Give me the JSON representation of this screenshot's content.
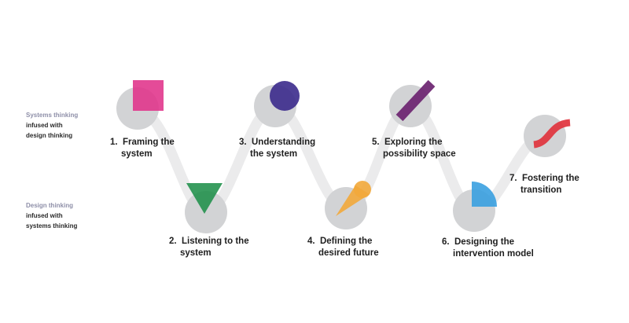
{
  "sides": {
    "top": {
      "line1": "Systems thinking",
      "line2": "infused with",
      "line3": "design thinking"
    },
    "bottom": {
      "line1": "Design thinking",
      "line2": "infused with",
      "line3": "systems thinking"
    }
  },
  "steps": [
    {
      "num": "1.",
      "line1": "Framing the",
      "line2": "system",
      "shape": "square-icon",
      "color": "#e0328a"
    },
    {
      "num": "2.",
      "line1": "Listening to the",
      "line2": "system",
      "shape": "triangle-icon",
      "color": "#1f8f4a"
    },
    {
      "num": "3.",
      "line1": "Understanding",
      "line2": "the system",
      "shape": "circle-icon",
      "color": "#3b2a8c"
    },
    {
      "num": "4.",
      "line1": "Defining the",
      "line2": "desired future",
      "shape": "cone-icon",
      "color": "#f2a93b"
    },
    {
      "num": "5.",
      "line1": "Exploring the",
      "line2": "possibility space",
      "shape": "bar-icon",
      "color": "#6b2370"
    },
    {
      "num": "6.",
      "line1": "Designing the",
      "line2": "intervention model",
      "shape": "quarter-circle-icon",
      "color": "#3aa0e0"
    },
    {
      "num": "7.",
      "line1": "Fostering the",
      "line2": "transition",
      "shape": "wave-icon",
      "color": "#e0303a"
    }
  ],
  "colors": {
    "node_gray": "#d2d3d5",
    "path_gray": "#ebebec"
  }
}
